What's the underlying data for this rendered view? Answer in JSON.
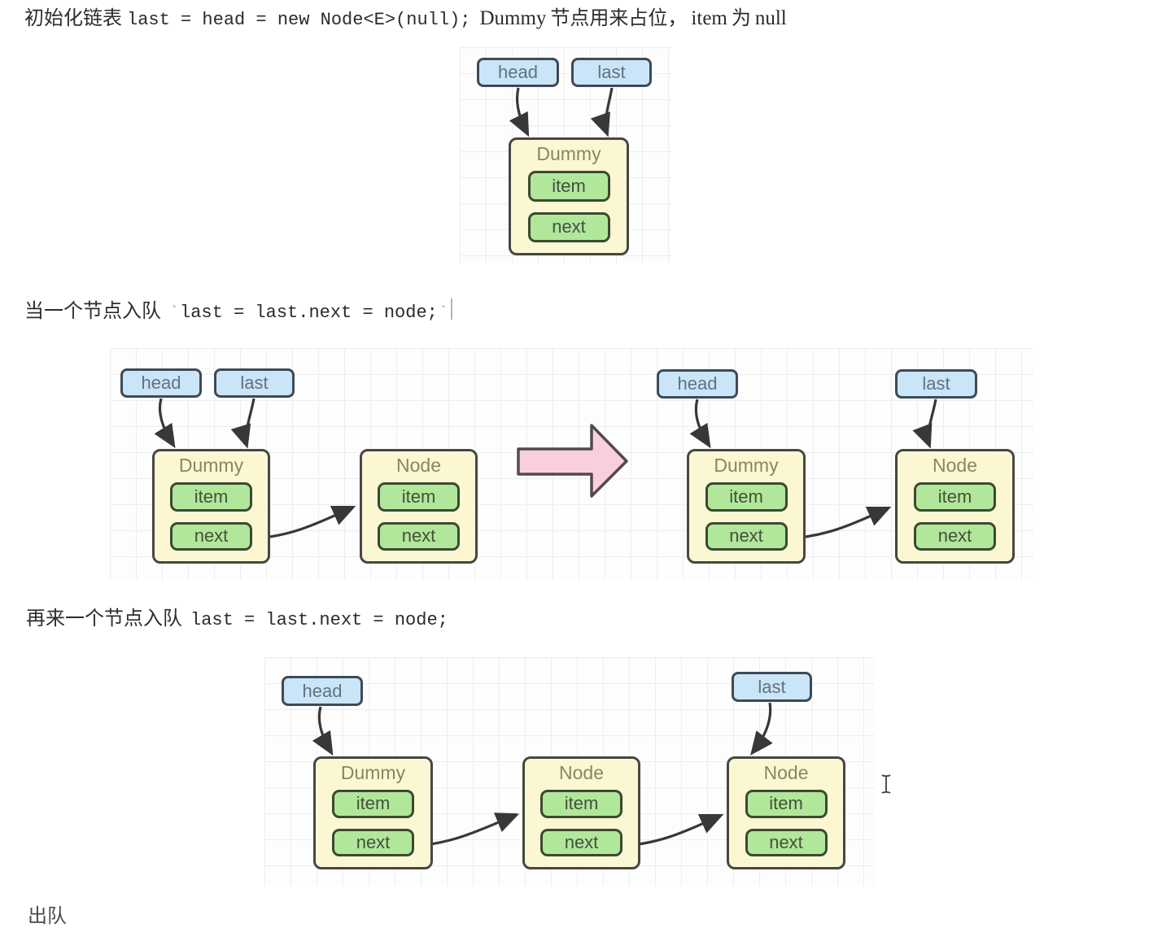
{
  "labels": {
    "head": "head",
    "last": "last",
    "dummy": "Dummy",
    "node": "Node",
    "item": "item",
    "next": "next"
  },
  "heading1": {
    "zh1": "初始化链表",
    "code": "last = head = new Node<E>(null);",
    "latin1": "Dummy",
    "zh2": "节点用来占位，",
    "latin2": "item",
    "zh3": "为",
    "latin3": "null"
  },
  "heading2": {
    "zh": "当一个节点入队",
    "tick_open": "`",
    "code": "last = last.next = node;",
    "tick_close": "`"
  },
  "heading3": {
    "zh": "再来一个节点入队",
    "code": "last = last.next = node;"
  },
  "bottom_partial_text": "出队",
  "icons": {
    "big_right_arrow": "➡",
    "mouse_ibeam": "I",
    "text_caret": "|"
  },
  "colors": {
    "ref_fill": "#cae5f7",
    "ref_border": "#3e4a57",
    "ref_text": "#5f7284",
    "node_fill": "#fcf7d3",
    "node_border": "#474742",
    "node_title": "#87875f",
    "field_fill": "#b1e79b",
    "field_border": "#3a4a30",
    "field_text": "#44513b",
    "arrow_stroke": "#383838",
    "big_arrow_fill": "#f9cfdd",
    "big_arrow_border": "#54484e",
    "grid_line": "#ededed",
    "heading_text": "#2d2d2d"
  }
}
